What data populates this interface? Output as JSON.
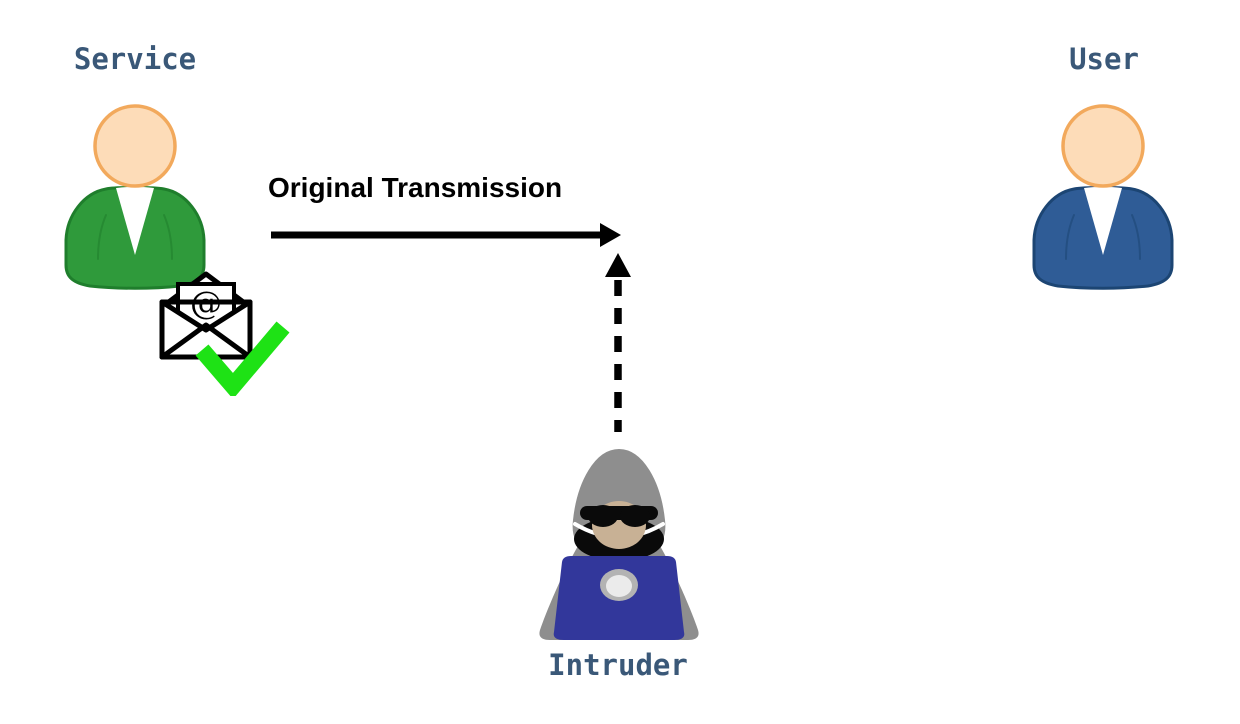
{
  "diagram": {
    "labels": {
      "service": "Service",
      "user": "User",
      "intruder": "Intruder",
      "transmission": "Original Transmission"
    },
    "envelope": {
      "at_symbol": "@"
    },
    "colors": {
      "label_text": "#3A5878",
      "transmission_text": "#000000",
      "arrow": "#000000",
      "service_body": "#2F9A3B",
      "service_body_outline": "#1F7E2C",
      "user_body": "#2F5C96",
      "user_body_outline": "#1C4573",
      "face_fill": "#FDDCB8",
      "face_outline": "#F2A95C",
      "shirt_white": "#FFFFFF",
      "envelope_fill": "#FFFFFF",
      "envelope_outline": "#000000",
      "check_green": "#1EE215",
      "hood_gray": "#8E8E8E",
      "hood_rim_white": "#FFFFFF",
      "hood_opening_black": "#0A0A0A",
      "intruder_face": "#C8B195",
      "glasses_black": "#0A0A0A",
      "laptop_blue": "#32379B",
      "laptop_logo_outer": "#B3B3B3",
      "laptop_logo_inner": "#EBEBEB",
      "background": "#FFFFFF"
    },
    "icons": {
      "service_person_icon": "green-person",
      "user_person_icon": "blue-person",
      "verified_email_icon": "open-envelope-at-green-check",
      "intruder_icon": "hooded-hacker-with-laptop",
      "solid_arrow_icon": "right-solid-arrow",
      "dashed_arrow_icon": "up-dashed-arrow"
    }
  }
}
